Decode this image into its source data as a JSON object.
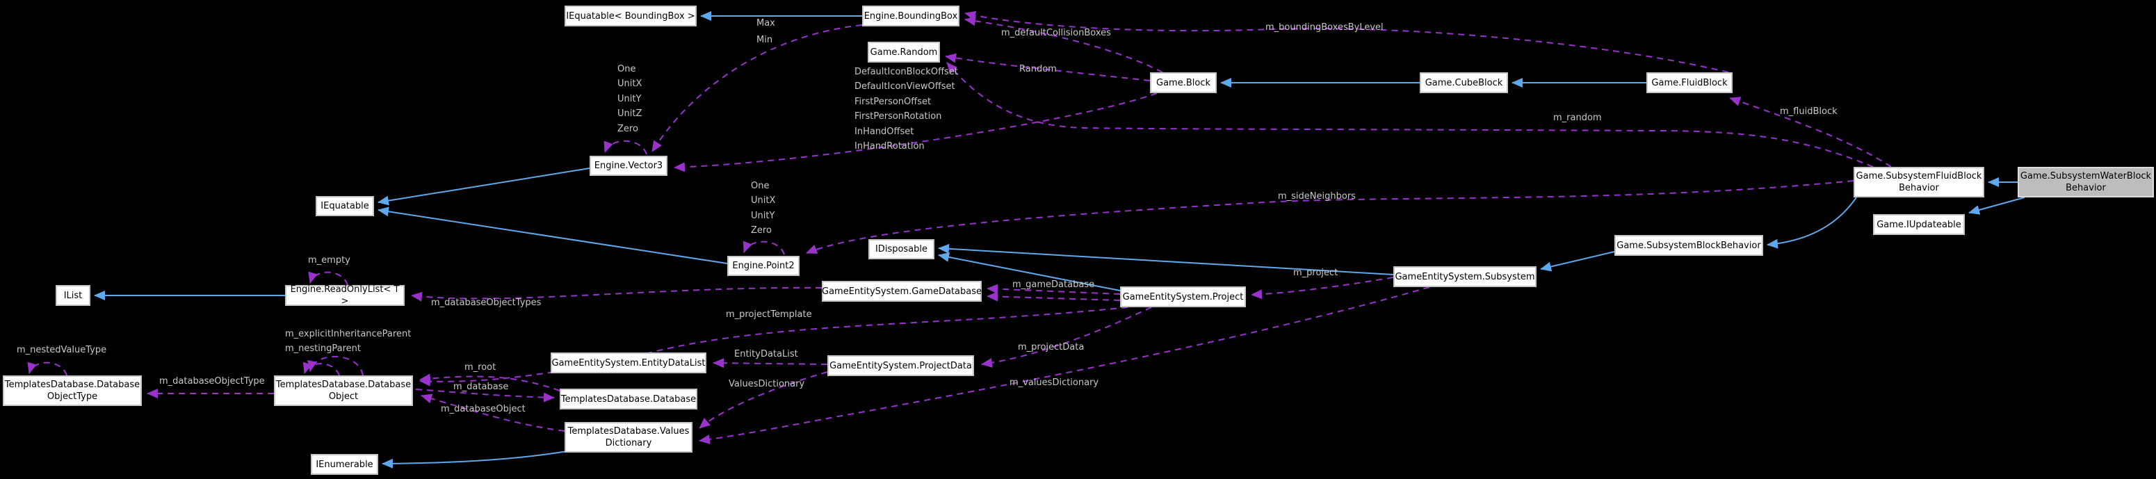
{
  "diagram": {
    "title": "Game.SubsystemWaterBlockBehavior collaboration graph",
    "background": "#000000",
    "inheritance_color": "#5fa8ec",
    "usage_color": "#9933cc",
    "node_fill": "#ffffff",
    "highlight_fill": "#bdbdbd",
    "edge_label_color": "#c8c8c8"
  },
  "nodes": [
    {
      "id": "iequatable-boundingbox",
      "label": "IEquatable< BoundingBox >",
      "highlighted": false
    },
    {
      "id": "engine-boundingbox",
      "label": "Engine.BoundingBox",
      "highlighted": false
    },
    {
      "id": "game-random",
      "label": "Game.Random",
      "highlighted": false
    },
    {
      "id": "game-block",
      "label": "Game.Block",
      "highlighted": false
    },
    {
      "id": "game-cubeblock",
      "label": "Game.CubeBlock",
      "highlighted": false
    },
    {
      "id": "game-fluidblock",
      "label": "Game.FluidBlock",
      "highlighted": false
    },
    {
      "id": "game-subsystemfluidblockbehavior",
      "label": "Game.SubsystemFluidBlock\nBehavior",
      "highlighted": false
    },
    {
      "id": "game-subsystemwaterblockbehavior",
      "label": "Game.SubsystemWaterBlock\nBehavior",
      "highlighted": true
    },
    {
      "id": "game-iupdateable",
      "label": "Game.IUpdateable",
      "highlighted": false
    },
    {
      "id": "engine-vector3",
      "label": "Engine.Vector3",
      "highlighted": false
    },
    {
      "id": "iequatable",
      "label": "IEquatable",
      "highlighted": false
    },
    {
      "id": "engine-point2",
      "label": "Engine.Point2",
      "highlighted": false
    },
    {
      "id": "idisposable",
      "label": "IDisposable",
      "highlighted": false
    },
    {
      "id": "game-subsystemblockbehavior",
      "label": "Game.SubsystemBlockBehavior",
      "highlighted": false
    },
    {
      "id": "gameentitysystem-subsystem",
      "label": "GameEntitySystem.Subsystem",
      "highlighted": false
    },
    {
      "id": "gameentitysystem-gamedatabase",
      "label": "GameEntitySystem.GameDatabase",
      "highlighted": false
    },
    {
      "id": "gameentitysystem-project",
      "label": "GameEntitySystem.Project",
      "highlighted": false
    },
    {
      "id": "ilist",
      "label": "IList",
      "highlighted": false
    },
    {
      "id": "engine-readonlylist",
      "label": "Engine.ReadOnlyList< T >",
      "highlighted": false
    },
    {
      "id": "templatesdatabase-databaseobjecttype",
      "label": "TemplatesDatabase.Database\nObjectType",
      "highlighted": false
    },
    {
      "id": "templatesdatabase-databaseobject",
      "label": "TemplatesDatabase.Database\nObject",
      "highlighted": false
    },
    {
      "id": "gameentitysystem-entitydatalist",
      "label": "GameEntitySystem.EntityDataList",
      "highlighted": false
    },
    {
      "id": "gameentitysystem-projectdata",
      "label": "GameEntitySystem.ProjectData",
      "highlighted": false
    },
    {
      "id": "templatesdatabase-database",
      "label": "TemplatesDatabase.Database",
      "highlighted": false
    },
    {
      "id": "templatesdatabase-valuesdictionary",
      "label": "TemplatesDatabase.Values\nDictionary",
      "highlighted": false
    },
    {
      "id": "ienumerable",
      "label": "IEnumerable",
      "highlighted": false
    }
  ],
  "edge_labels": [
    {
      "text": "Max"
    },
    {
      "text": "Min"
    },
    {
      "text": "m_defaultCollisionBoxes"
    },
    {
      "text": "m_boundingBoxesByLevel"
    },
    {
      "text": "Random"
    },
    {
      "text": "DefaultIconBlockOffset"
    },
    {
      "text": "DefaultIconViewOffset"
    },
    {
      "text": "FirstPersonOffset"
    },
    {
      "text": "FirstPersonRotation"
    },
    {
      "text": "InHandOffset"
    },
    {
      "text": "InHandRotation"
    },
    {
      "text": "One"
    },
    {
      "text": "UnitX"
    },
    {
      "text": "UnitY"
    },
    {
      "text": "UnitZ"
    },
    {
      "text": "Zero"
    },
    {
      "text": "m_random"
    },
    {
      "text": "m_fluidBlock"
    },
    {
      "text": "m_sideNeighbors"
    },
    {
      "text": "One"
    },
    {
      "text": "UnitX"
    },
    {
      "text": "UnitY"
    },
    {
      "text": "Zero"
    },
    {
      "text": "m_empty"
    },
    {
      "text": "m_project"
    },
    {
      "text": "m_gameDatabase"
    },
    {
      "text": "m_projectTemplate"
    },
    {
      "text": "m_databaseObjectTypes"
    },
    {
      "text": "EntityDataList"
    },
    {
      "text": "m_projectData"
    },
    {
      "text": "ValuesDictionary"
    },
    {
      "text": "m_valuesDictionary"
    },
    {
      "text": "m_root"
    },
    {
      "text": "m_database"
    },
    {
      "text": "m_databaseObject"
    },
    {
      "text": "m_explicitInheritanceParent"
    },
    {
      "text": "m_nestingParent"
    },
    {
      "text": "m_nestedValueType"
    },
    {
      "text": "m_databaseObjectType"
    }
  ],
  "edges": [
    {
      "from": "Engine.BoundingBox",
      "to": "IEquatable< BoundingBox >",
      "kind": "inheritance"
    },
    {
      "from": "Game.CubeBlock",
      "to": "Game.Block",
      "kind": "inheritance"
    },
    {
      "from": "Game.FluidBlock",
      "to": "Game.CubeBlock",
      "kind": "inheritance"
    },
    {
      "from": "Game.SubsystemWaterBlockBehavior",
      "to": "Game.SubsystemFluidBlockBehavior",
      "kind": "inheritance"
    },
    {
      "from": "Game.SubsystemWaterBlockBehavior",
      "to": "Game.IUpdateable",
      "kind": "inheritance"
    },
    {
      "from": "Game.SubsystemFluidBlockBehavior",
      "to": "Game.SubsystemBlockBehavior",
      "kind": "inheritance"
    },
    {
      "from": "Game.SubsystemBlockBehavior",
      "to": "GameEntitySystem.Subsystem",
      "kind": "inheritance"
    },
    {
      "from": "GameEntitySystem.Subsystem",
      "to": "IDisposable",
      "kind": "inheritance"
    },
    {
      "from": "GameEntitySystem.Project",
      "to": "IDisposable",
      "kind": "inheritance"
    },
    {
      "from": "Engine.Vector3",
      "to": "IEquatable",
      "kind": "inheritance"
    },
    {
      "from": "Engine.Point2",
      "to": "IEquatable",
      "kind": "inheritance"
    },
    {
      "from": "Engine.ReadOnlyList< T >",
      "to": "IList",
      "kind": "inheritance"
    },
    {
      "from": "TemplatesDatabase.ValuesDictionary",
      "to": "IEnumerable",
      "kind": "inheritance"
    },
    {
      "from": "Engine.BoundingBox",
      "to": "Engine.Vector3",
      "kind": "usage",
      "label": "Max, Min"
    },
    {
      "from": "Engine.Vector3",
      "to": "Engine.Vector3",
      "kind": "usage",
      "label": "One, UnitX, UnitY, UnitZ, Zero"
    },
    {
      "from": "Game.Block",
      "to": "Engine.BoundingBox",
      "kind": "usage",
      "label": "m_defaultCollisionBoxes"
    },
    {
      "from": "Game.FluidBlock",
      "to": "Engine.BoundingBox",
      "kind": "usage",
      "label": "m_boundingBoxesByLevel"
    },
    {
      "from": "Game.Block",
      "to": "Game.Random",
      "kind": "usage",
      "label": "Random"
    },
    {
      "from": "Game.Block",
      "to": "Engine.Vector3",
      "kind": "usage",
      "label": "DefaultIconBlockOffset, DefaultIconViewOffset, FirstPersonOffset, FirstPersonRotation, InHandOffset, InHandRotation"
    },
    {
      "from": "Game.SubsystemFluidBlockBehavior",
      "to": "Game.Random",
      "kind": "usage",
      "label": "m_random"
    },
    {
      "from": "Game.SubsystemFluidBlockBehavior",
      "to": "Game.FluidBlock",
      "kind": "usage",
      "label": "m_fluidBlock"
    },
    {
      "from": "Game.SubsystemFluidBlockBehavior",
      "to": "Engine.Point2",
      "kind": "usage",
      "label": "m_sideNeighbors"
    },
    {
      "from": "Engine.Point2",
      "to": "Engine.Point2",
      "kind": "usage",
      "label": "One, UnitX, UnitY, Zero"
    },
    {
      "from": "GameEntitySystem.Subsystem",
      "to": "GameEntitySystem.Project",
      "kind": "usage",
      "label": "m_project"
    },
    {
      "from": "GameEntitySystem.Project",
      "to": "GameEntitySystem.GameDatabase",
      "kind": "usage",
      "label": "m_gameDatabase"
    },
    {
      "from": "GameEntitySystem.Project",
      "to": "TemplatesDatabase.DatabaseObject",
      "kind": "usage",
      "label": "m_projectTemplate"
    },
    {
      "from": "GameEntitySystem.Project",
      "to": "GameEntitySystem.ProjectData",
      "kind": "usage",
      "label": "m_projectData"
    },
    {
      "from": "GameEntitySystem.ProjectData",
      "to": "GameEntitySystem.EntityDataList",
      "kind": "usage",
      "label": "EntityDataList"
    },
    {
      "from": "GameEntitySystem.ProjectData",
      "to": "TemplatesDatabase.ValuesDictionary",
      "kind": "usage",
      "label": "ValuesDictionary"
    },
    {
      "from": "GameEntitySystem.Subsystem",
      "to": "TemplatesDatabase.ValuesDictionary",
      "kind": "usage",
      "label": "m_valuesDictionary"
    },
    {
      "from": "GameEntitySystem.GameDatabase",
      "to": "Engine.ReadOnlyList< T >",
      "kind": "usage",
      "label": "m_databaseObjectTypes"
    },
    {
      "from": "Engine.ReadOnlyList< T >",
      "to": "Engine.ReadOnlyList< T >",
      "kind": "usage",
      "label": "m_empty"
    },
    {
      "from": "TemplatesDatabase.DatabaseObject",
      "to": "TemplatesDatabase.Database",
      "kind": "usage",
      "label": "m_database"
    },
    {
      "from": "TemplatesDatabase.Database",
      "to": "TemplatesDatabase.DatabaseObject",
      "kind": "usage",
      "label": "m_root"
    },
    {
      "from": "TemplatesDatabase.ValuesDictionary",
      "to": "TemplatesDatabase.DatabaseObject",
      "kind": "usage",
      "label": "m_databaseObject"
    },
    {
      "from": "TemplatesDatabase.DatabaseObject",
      "to": "TemplatesDatabase.DatabaseObjectType",
      "kind": "usage",
      "label": "m_databaseObjectType"
    },
    {
      "from": "TemplatesDatabase.DatabaseObjectType",
      "to": "TemplatesDatabase.DatabaseObjectType",
      "kind": "usage",
      "label": "m_nestedValueType"
    },
    {
      "from": "TemplatesDatabase.DatabaseObject",
      "to": "TemplatesDatabase.DatabaseObject",
      "kind": "usage",
      "label": "m_explicitInheritanceParent, m_nestingParent"
    }
  ]
}
